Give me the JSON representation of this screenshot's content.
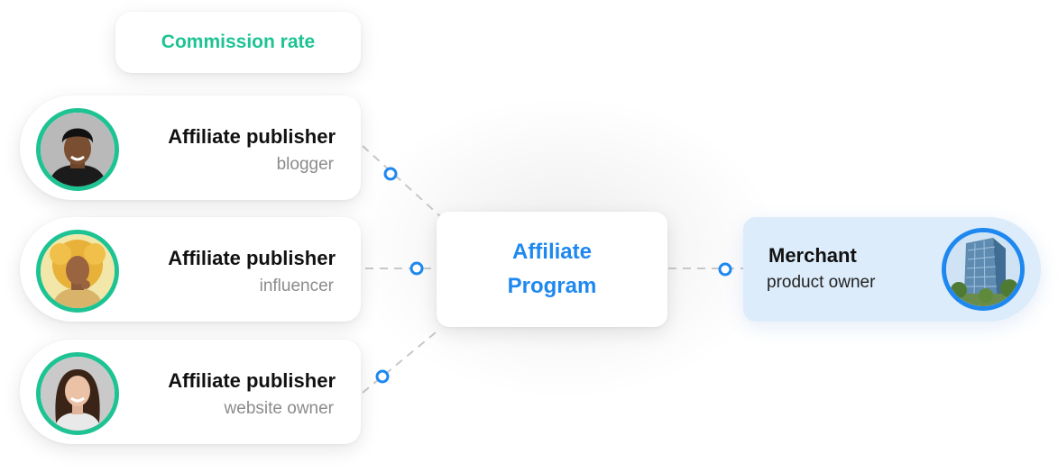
{
  "commission": {
    "label": "Commission rate"
  },
  "publishers": [
    {
      "title": "Affiliate publisher",
      "subtitle": "blogger",
      "avatar_icon": "person-avatar-icon"
    },
    {
      "title": "Affiliate publisher",
      "subtitle": "influencer",
      "avatar_icon": "person-avatar-icon"
    },
    {
      "title": "Affiliate publisher",
      "subtitle": "website owner",
      "avatar_icon": "person-avatar-icon"
    }
  ],
  "program": {
    "line1": "Affiliate",
    "line2": "Program"
  },
  "merchant": {
    "title": "Merchant",
    "subtitle": "product owner",
    "avatar_icon": "building-icon"
  },
  "colors": {
    "green_accent": "#1ec393",
    "blue_accent": "#1e88f0",
    "merchant_bg": "#dcecfb",
    "connector": "#c8c8c8"
  }
}
